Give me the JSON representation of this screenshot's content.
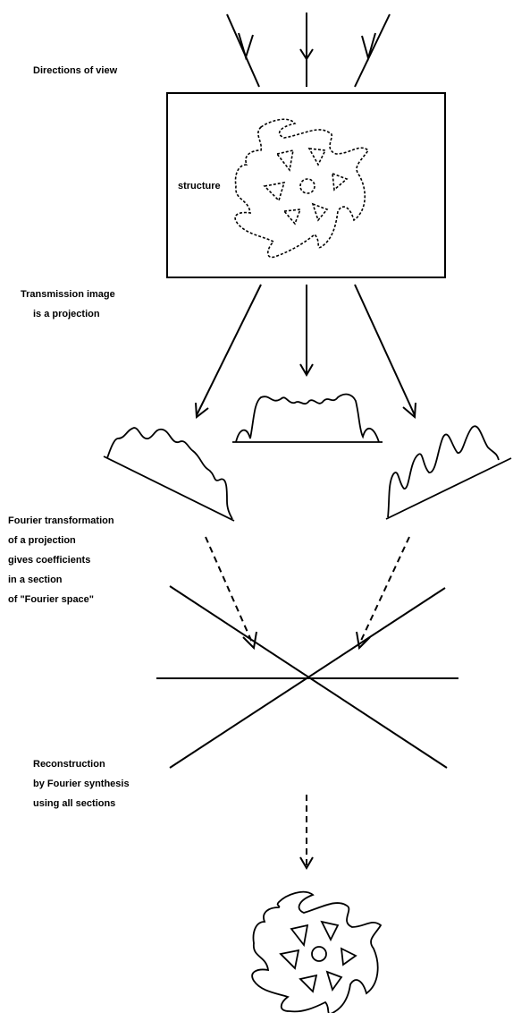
{
  "labels": {
    "directions": "Directions of view",
    "structure": "structure",
    "transmission": [
      "Transmission image",
      "is a projection"
    ],
    "fourier": [
      "Fourier transformation",
      "of a projection",
      "gives coefficients",
      "in a section",
      "of \"Fourier space\""
    ],
    "reconstruction": [
      "Reconstruction",
      "by Fourier synthesis",
      "using all sections"
    ]
  },
  "colors": {
    "ink": "#000000",
    "background": "#ffffff"
  }
}
